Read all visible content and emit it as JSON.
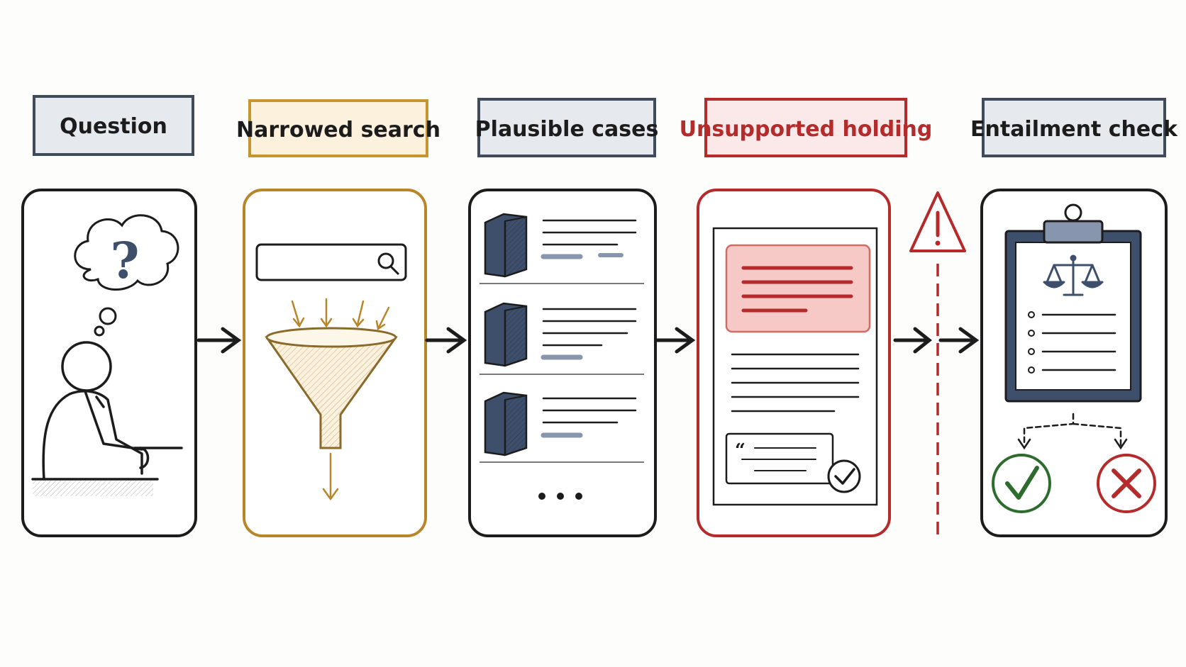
{
  "stages": [
    {
      "id": "question",
      "label": "Question",
      "color": "#3f4a5a",
      "fill": "#e6e9ee"
    },
    {
      "id": "narrowed-search",
      "label": "Narrowed search",
      "color": "#c5952f",
      "fill": "#fbf1dc"
    },
    {
      "id": "plausible-cases",
      "label": "Plausible cases",
      "color": "#3f4a5a",
      "fill": "#e6e9ee"
    },
    {
      "id": "unsupported-holding",
      "label": "Unsupported holding",
      "color": "#b52a2a",
      "fill": "#fbe8e8"
    },
    {
      "id": "entailment-check",
      "label": "Entailment check",
      "color": "#3f4a5a",
      "fill": "#e6e9ee"
    }
  ],
  "colors": {
    "ink": "#1c1c1c",
    "navy": "#3d4f6b",
    "gold": "#b8862a",
    "red": "#b52a2a",
    "green": "#2e6b2e",
    "pinkFill": "#f6c9c6"
  },
  "icons": {
    "question": [
      "thought-bubble-icon",
      "question-mark-icon",
      "thinking-person-icon"
    ],
    "search": [
      "search-bar-icon",
      "magnifier-icon",
      "funnel-icon"
    ],
    "cases": [
      "book-icon",
      "ellipsis-icon"
    ],
    "holding": [
      "highlighted-text-icon",
      "quote-icon",
      "checkmark-icon"
    ],
    "warning": [
      "warning-triangle-icon"
    ],
    "check": [
      "clipboard-icon",
      "scales-of-justice-icon",
      "valid-check-icon",
      "invalid-cross-icon"
    ]
  }
}
